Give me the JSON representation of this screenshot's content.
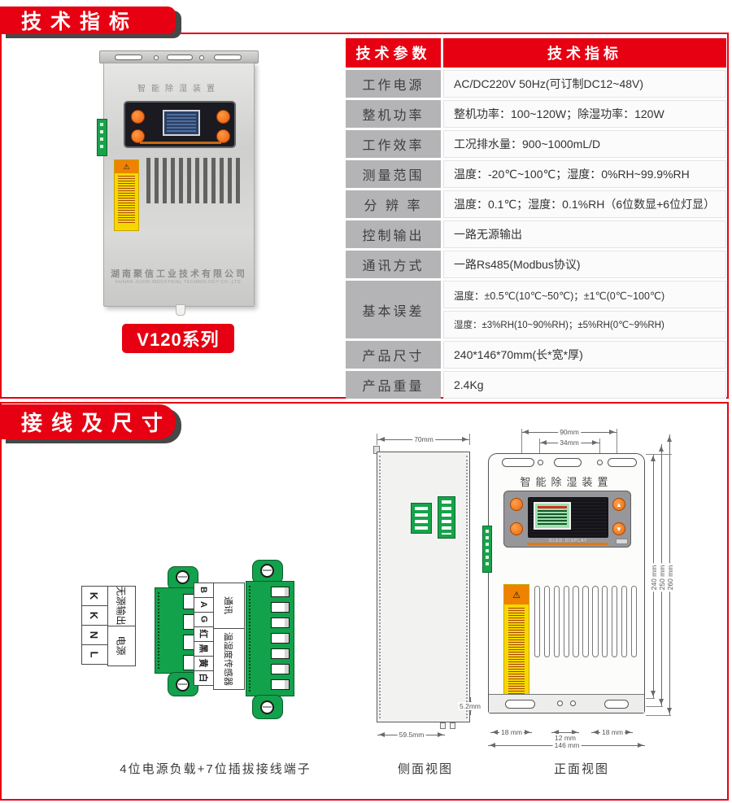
{
  "sections": {
    "s1_title": "技术指标",
    "s2_title": "接线及尺寸"
  },
  "colors": {
    "brand_red": "#e60012",
    "table_label_gray": "#b4b4b6",
    "terminal_green": "#12a24b",
    "warning_yellow": "#f6d800",
    "button_orange": "#ef8200"
  },
  "product_photo": {
    "device_title": "智能除湿装置",
    "company_cn": "湖南聚信工业技术有限公司",
    "company_en": "HUNAN JUXIN INDUSTRIAL TECHNOLOGY CO.,LTD.",
    "warning_icon": "⚠",
    "series_badge": "V120系列"
  },
  "spec_table": {
    "header_param": "技术参数",
    "header_value": "技术指标",
    "rows": [
      {
        "label": "工作电源",
        "value": "AC/DC220V 50Hz(可订制DC12~48V)"
      },
      {
        "label": "整机功率",
        "value": "整机功率：100~120W；除湿功率：120W"
      },
      {
        "label": "工作效率",
        "value": "工况排水量：900~1000mL/D"
      },
      {
        "label": "测量范围",
        "value": "温度：-20℃~100℃；湿度：0%RH~99.9%RH"
      },
      {
        "label": "分 辨 率",
        "value": "温度：0.1℃；湿度：0.1%RH（6位数显+6位灯显）"
      },
      {
        "label": "控制输出",
        "value": "一路无源输出"
      },
      {
        "label": "通讯方式",
        "value": "一路Rs485(Modbus协议)"
      },
      {
        "label": "基本误差",
        "value": "温度：±0.5℃(10℃~50℃)；±1℃(0℃~100℃)",
        "value2": "湿度：±3%RH(10~90%RH)；±5%RH(0℃~9%RH)"
      },
      {
        "label": "产品尺寸",
        "value": "240*146*70mm(长*宽*厚)"
      },
      {
        "label": "产品重量",
        "value": "2.4Kg"
      }
    ]
  },
  "wiring": {
    "caption": "4位电源负载+7位插拔接线端子",
    "connector4_pins": [
      "K",
      "K",
      "N",
      "L"
    ],
    "connector4_groups": [
      "无源输出",
      "电源"
    ],
    "connector7_pins": [
      "B",
      "A",
      "G",
      "红",
      "黑",
      "黄",
      "白"
    ],
    "connector7_groups": [
      "通讯",
      "温湿度传感器"
    ]
  },
  "side_view": {
    "caption": "侧面视图",
    "dim_top": "70mm",
    "dim_bottom": "59.5mm"
  },
  "front_view": {
    "caption": "正面视图",
    "device_title": "智能除湿装置",
    "display_label": "OLED DISPLAY",
    "warning_icon": "⚠",
    "btn_up": "▲",
    "btn_down": "▼",
    "dim_top_outer": "90mm",
    "dim_top_inner": "34mm",
    "dim_right_1": "240 mm",
    "dim_right_2": "250 mm",
    "dim_right_3": "260 mm",
    "dim_bottom_small": "5.2mm",
    "dim_bottom_left": "18 mm",
    "dim_bottom_center": "12 mm",
    "dim_bottom_right": "18 mm",
    "dim_bottom_total": "146 mm"
  }
}
